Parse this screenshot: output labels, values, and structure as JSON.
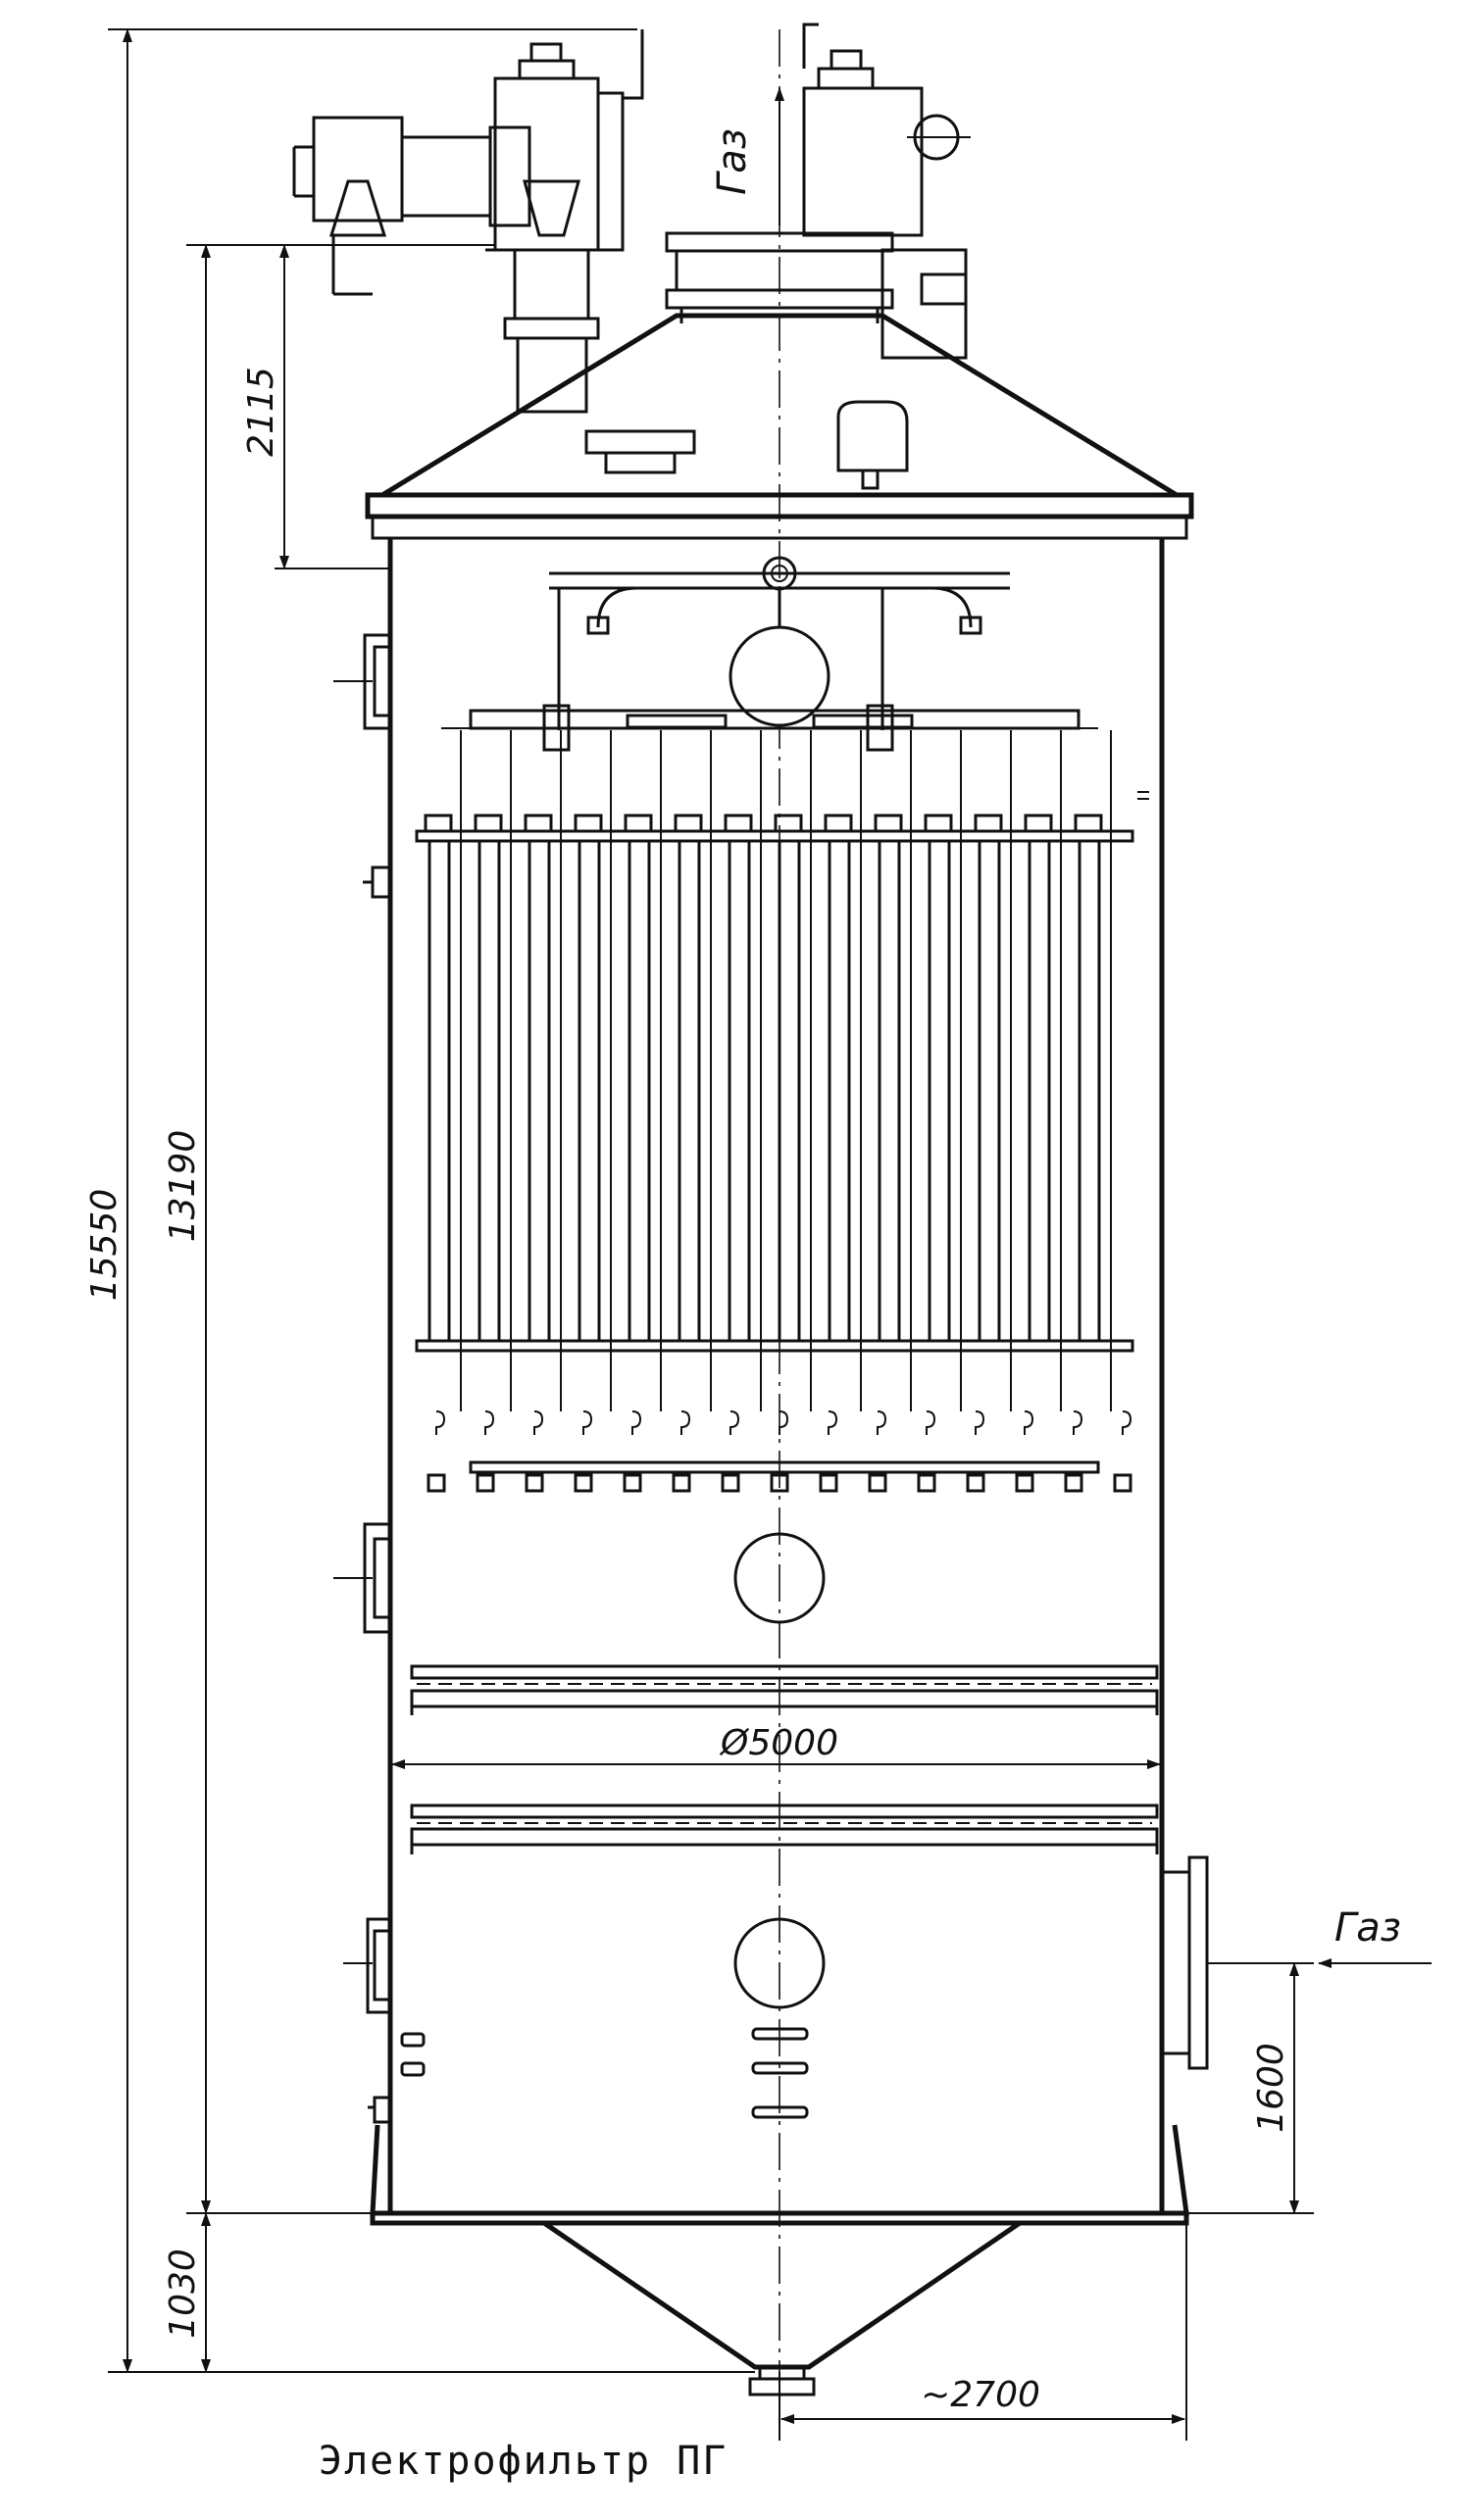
{
  "caption": "Электрофильтр ПГ",
  "labels": {
    "gas_out": "Газ",
    "gas_in": "Газ"
  },
  "dimensions": {
    "total_height": "15550",
    "body_height": "13190",
    "hood_height": "2115",
    "inlet_height": "1600",
    "hopper_height": "1030",
    "diameter": "Ø5000",
    "radius": "~2700"
  }
}
